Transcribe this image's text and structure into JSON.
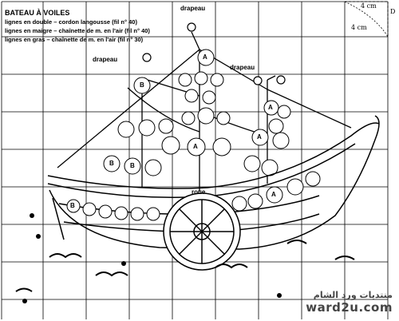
{
  "legend": {
    "title": "BATEAU À VOILES",
    "lines": [
      "lignes en double – cordon langousse (fil n° 40)",
      "lignes en maigre – chaînette de m. en l'air (fil n° 40)",
      "lignes en gras – chaînette de m. en l'air (fil n° 30)"
    ]
  },
  "labels": {
    "drapeau_top": "drapeau",
    "drapeau_left": "drapeau",
    "drapeau_right": "drapeau",
    "roue": "roue"
  },
  "dimensions": {
    "width": "4 cm",
    "height": "4 cm",
    "corner": "D"
  },
  "motif_letters": {
    "a": "A",
    "b": "B"
  },
  "watermark": {
    "arabic": "منتديات ورد الشام",
    "site": "ward2u.com"
  },
  "colors": {
    "ink": "#000000",
    "paper": "#ffffff",
    "grid": "#000000"
  }
}
